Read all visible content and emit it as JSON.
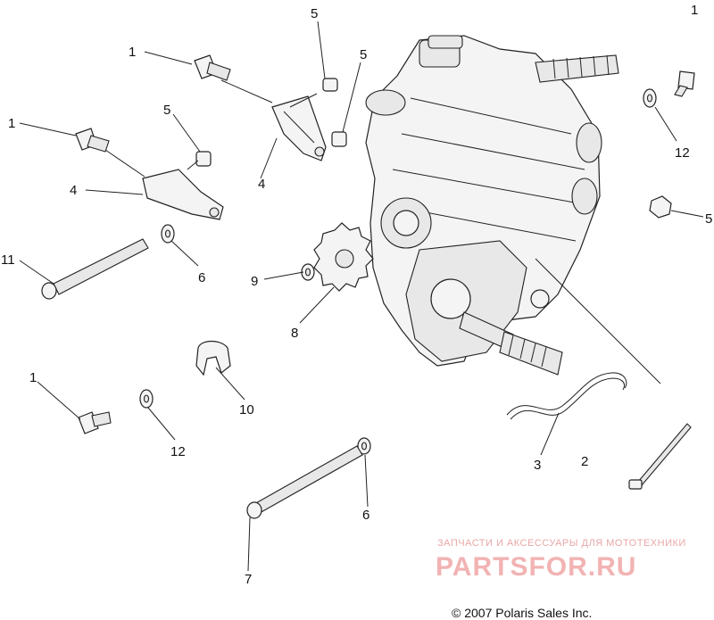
{
  "diagram": {
    "page_number": "1",
    "callouts": {
      "c1_a": "1",
      "c1_b": "1",
      "c1_c": "1",
      "c2": "2",
      "c3": "3",
      "c4_a": "4",
      "c4_b": "4",
      "c5_a": "5",
      "c5_b": "5",
      "c5_c": "5",
      "c5_d": "5",
      "c6_a": "6",
      "c6_b": "6",
      "c7": "7",
      "c8": "8",
      "c9": "9",
      "c10": "10",
      "c11": "11",
      "c12_a": "12",
      "c12_b": "12"
    },
    "watermark": {
      "tagline": "ЗАПЧАСТИ И АКСЕССУАРЫ ДЛЯ МОТОТЕХНИКИ",
      "brand": "PARTSFOR.RU"
    },
    "copyright": "© 2007 Polaris Sales Inc."
  }
}
